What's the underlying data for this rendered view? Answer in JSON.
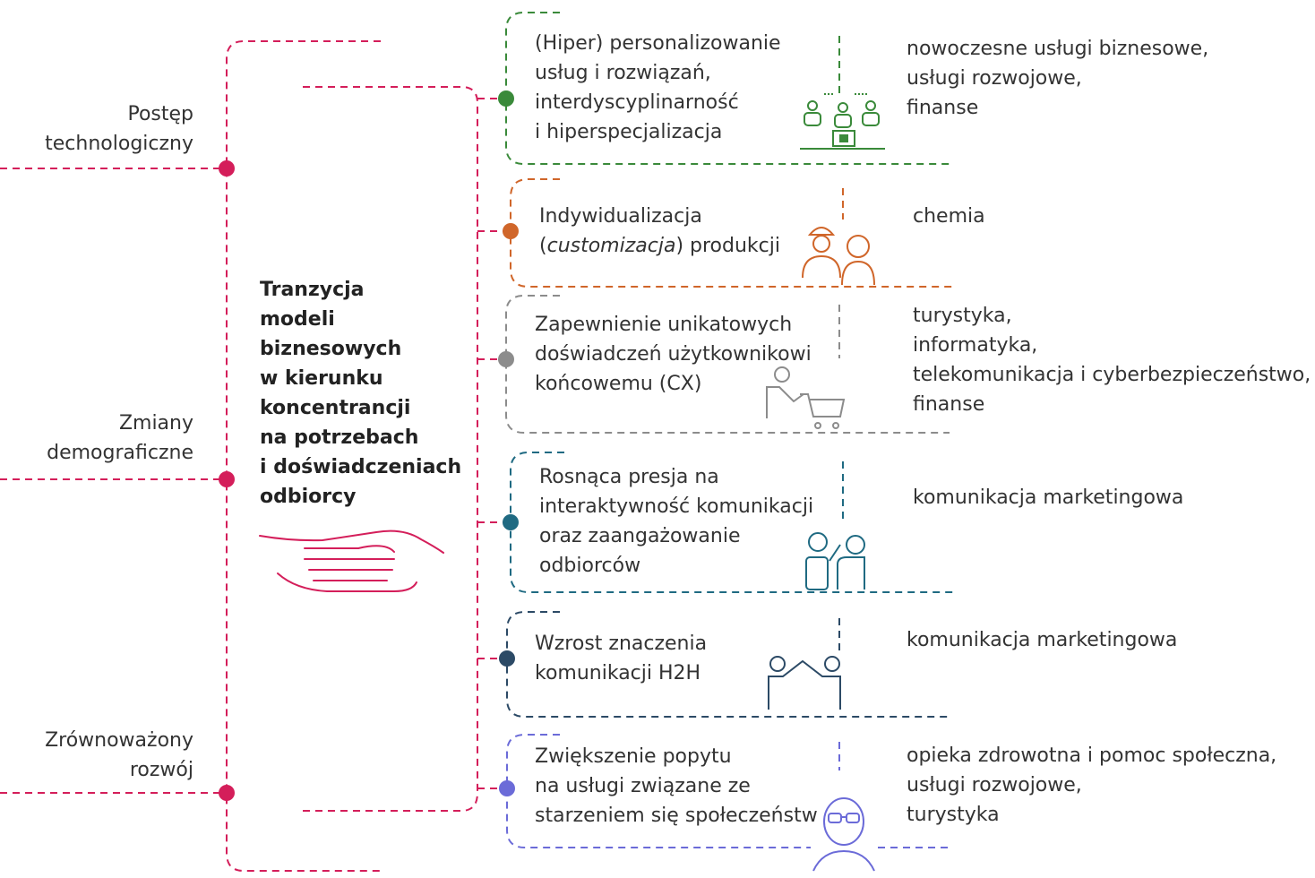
{
  "drivers": [
    {
      "lines": [
        "Postęp",
        "technologiczny"
      ]
    },
    {
      "lines": [
        "Zmiany",
        "demograficzne"
      ]
    },
    {
      "lines": [
        "Zrównoważony",
        "rozwój"
      ]
    }
  ],
  "center_title": [
    "Tranzycja",
    "modeli",
    "biznesowych",
    "w kierunku",
    "koncentrancji",
    "na potrzebach",
    "i doświadczeniach",
    "odbiorcy"
  ],
  "trends": [
    {
      "color": "#3a8a3a",
      "lines": [
        "(Hiper) personalizowanie",
        "usług i rozwiązań,",
        "interdyscyplinarność",
        "i hiperspecjalizacja"
      ],
      "icon": "team-computers-icon",
      "sectors": [
        "nowoczesne usługi biznesowe,",
        "usługi rozwojowe,",
        "finanse"
      ]
    },
    {
      "color": "#d0662a",
      "lines": [
        "Indywidualizacja",
        "(customizacja) produkcji"
      ],
      "italic_word": "customizacja",
      "icon": "worker-and-woman-icon",
      "sectors": [
        "chemia"
      ]
    },
    {
      "color": "#8c8c8c",
      "lines": [
        "Zapewnienie unikatowych",
        "doświadczeń użytkownikowi",
        "końcowemu (CX)"
      ],
      "icon": "shopper-cart-icon",
      "sectors": [
        "turystyka,",
        "informatyka,",
        "telekomunikacja i cyberbezpieczeństwo,",
        "finanse"
      ]
    },
    {
      "color": "#1f6a82",
      "lines": [
        "Rosnąca presja na",
        "interaktywność komunikacji",
        "oraz zaangażowanie",
        "odbiorców"
      ],
      "icon": "two-people-talking-icon",
      "sectors": [
        "komunikacja marketingowa"
      ]
    },
    {
      "color": "#2c4a66",
      "lines": [
        "Wzrost znaczenia",
        "komunikacji H2H"
      ],
      "icon": "two-people-high-five-icon",
      "sectors": [
        "komunikacja marketingowa"
      ]
    },
    {
      "color": "#6b6bd8",
      "lines": [
        "Zwiększenie popytu",
        "na usługi związane ze",
        "starzeniem się społeczeństw"
      ],
      "icon": "elderly-person-icon",
      "sectors": [
        "opieka zdrowotna i pomoc społeczna,",
        "usługi rozwojowe,",
        "turystyka"
      ]
    }
  ],
  "colors": {
    "spine": "#d41e5a",
    "text": "#333333"
  }
}
